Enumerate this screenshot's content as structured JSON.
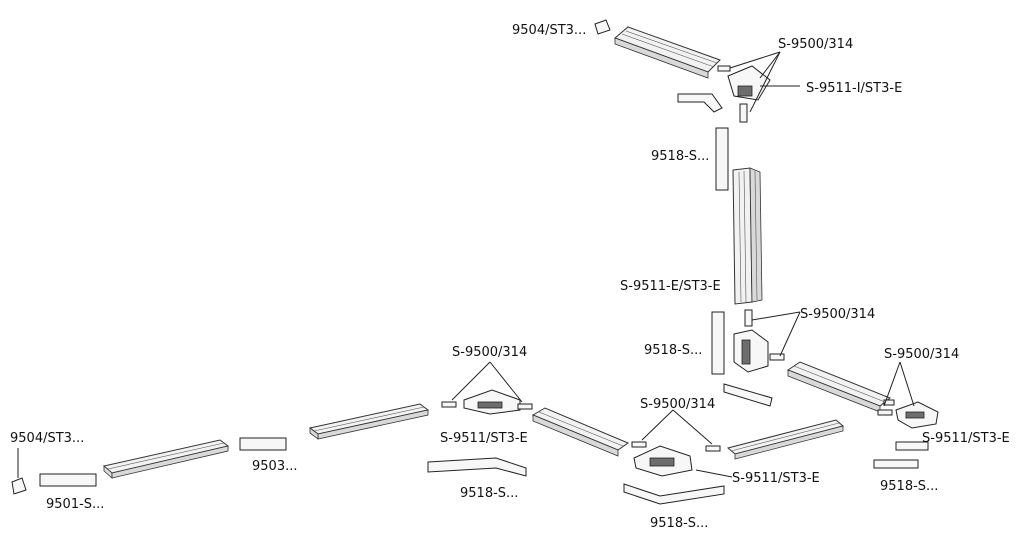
{
  "labels": {
    "end_cap_top": "9504/ST3...",
    "connector_top": "S-9500/314",
    "corner_top": "S-9511-I/ST3-E",
    "flex_top": "9518-S...",
    "corner_vertical": "S-9511-E/ST3-E",
    "connector_mid": "S-9500/314",
    "flex_mid": "9518-S...",
    "connector_left": "S-9500/314",
    "corner_left": "S-9511/ST3-E",
    "flex_left": "9518-S...",
    "connector_center": "S-9500/314",
    "corner_center": "S-9511/ST3-E",
    "flex_center": "9518-S...",
    "connector_right": "S-9500/314",
    "corner_right": "S-9511/ST3-E",
    "flex_right": "9518-S...",
    "end_cap_left": "9504/ST3...",
    "power_feed": "9501-S...",
    "straight_connector": "9503..."
  }
}
